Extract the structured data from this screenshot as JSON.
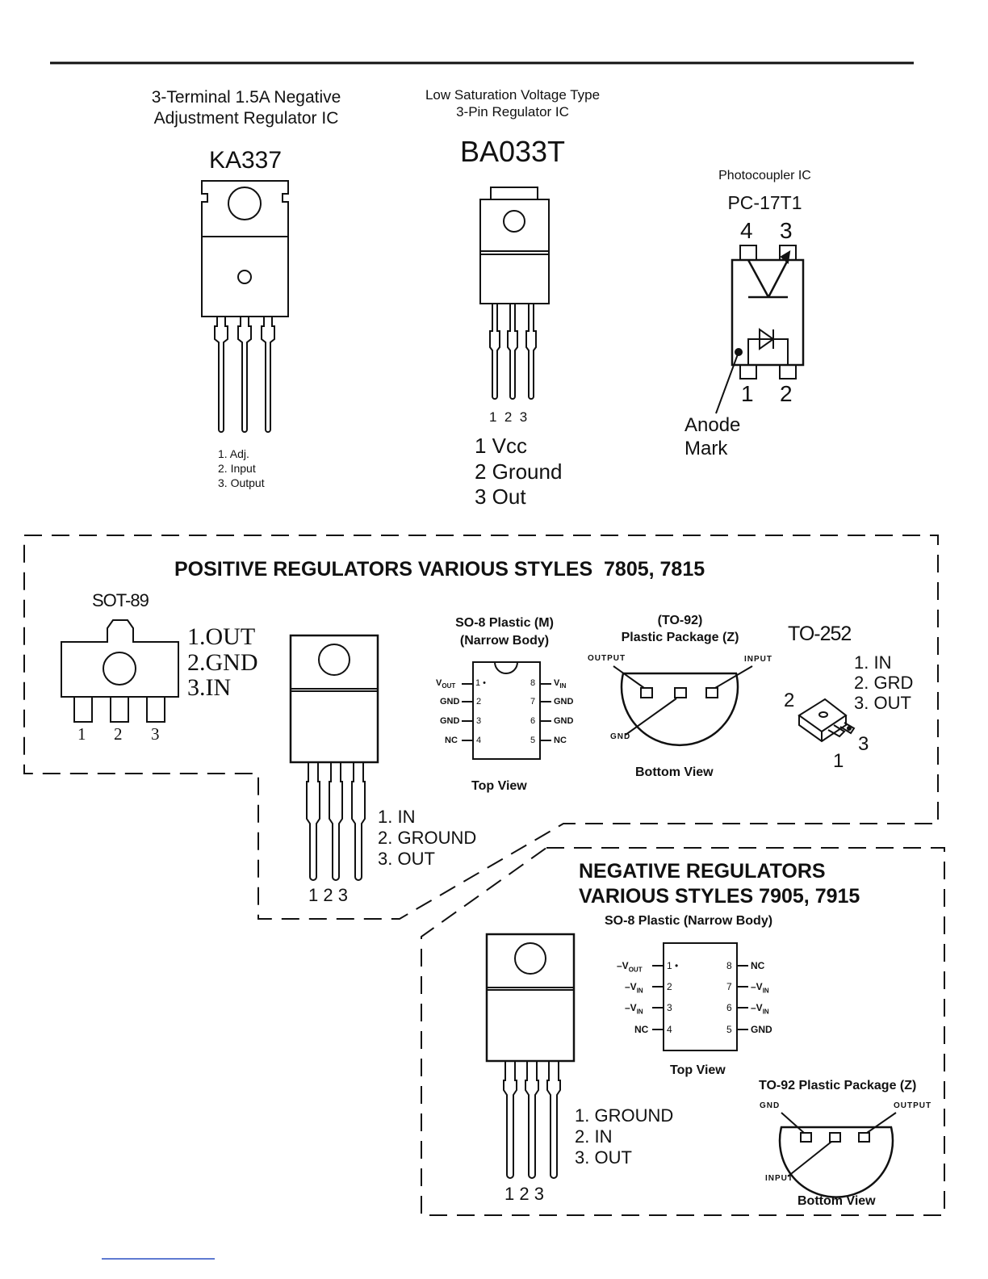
{
  "ka337": {
    "subtitle": "3-Terminal 1.5A Negative\nAdjustment Regulator IC",
    "part": "KA337",
    "pins": [
      "1. Adj.",
      "2. Input",
      "3. Output"
    ]
  },
  "ba033t": {
    "subtitle": "Low Saturation Voltage Type\n3-Pin Regulator IC",
    "part": "BA033T",
    "pin_numbers": "1  2  3",
    "pins": [
      "1 Vcc",
      "2 Ground",
      "3 Out"
    ]
  },
  "pc17t1": {
    "subtitle": "Photocoupler IC",
    "part": "PC-17T1",
    "pin4": "4",
    "pin3": "3",
    "pin1": "1",
    "pin2": "2",
    "anode_mark": "Anode\nMark"
  },
  "positive": {
    "title": "POSITIVE REGULATORS VARIOUS STYLES  7805, 7815",
    "sot89": {
      "label": "SOT-89",
      "pins": [
        "1.OUT",
        "2.GND",
        "3.IN"
      ],
      "numbers": [
        "1",
        "2",
        "3"
      ]
    },
    "to220": {
      "pins": [
        "1. IN",
        "2. GROUND",
        "3. OUT"
      ],
      "numbers": "1 2 3"
    },
    "so8": {
      "title": "SO-8 Plastic (M)\n(Narrow Body)",
      "left_pins": [
        "V",
        "GND",
        "GND",
        "NC"
      ],
      "vout_sub": "OUT",
      "right_pins": [
        "V",
        "GND",
        "GND",
        "NC"
      ],
      "vin_sub": "IN",
      "left_numbers": [
        "1 •",
        "2",
        "3",
        "4"
      ],
      "right_numbers": [
        "8",
        "7",
        "6",
        "5"
      ],
      "view": "Top View"
    },
    "to92": {
      "title": "(TO-92)\nPlastic Package (Z)",
      "output": "OUTPUT",
      "input": "INPUT",
      "gnd": "GND",
      "view": "Bottom View"
    },
    "to252": {
      "label": "TO-252",
      "pins": [
        "1. IN",
        "2. GRD",
        "3. OUT"
      ],
      "num1": "1",
      "num2": "2",
      "num3": "3"
    }
  },
  "negative": {
    "title": "NEGATIVE REGULATORS\nVARIOUS STYLES  7905, 7915",
    "so8": {
      "title": "SO-8 Plastic (Narrow Body)",
      "left_pins": [
        "–V",
        "–V",
        "–V",
        "NC"
      ],
      "left_subs": [
        "OUT",
        "IN",
        "IN",
        ""
      ],
      "right_pins": [
        "NC",
        "–V",
        "–V",
        "GND"
      ],
      "right_subs": [
        "",
        "IN",
        "IN",
        ""
      ],
      "left_numbers": [
        "1 •",
        "2",
        "3",
        "4"
      ],
      "right_numbers": [
        "8",
        "7",
        "6",
        "5"
      ],
      "view": "Top View"
    },
    "to220": {
      "pins": [
        "1. GROUND",
        "2. IN",
        "3. OUT"
      ],
      "numbers": "1 2 3"
    },
    "to92": {
      "title": "TO-92 Plastic Package (Z)",
      "gnd": "GND",
      "output": "OUTPUT",
      "input": "INPUT",
      "view": "Bottom View"
    }
  }
}
